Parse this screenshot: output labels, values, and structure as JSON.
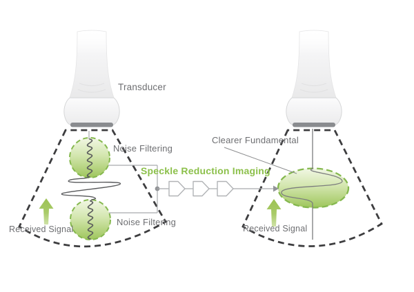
{
  "diagram": {
    "title": "Speckle Reduction Imaging ultrasound diagram",
    "labels": {
      "transducer": "Transducer",
      "noise_filtering_top": "Noise Filtering",
      "noise_filtering_bottom": "Noise Filtering",
      "speckle_reduction": "Speckle Reduction Imaging",
      "clearer_fundamental": "Clearer Fundamental",
      "received_signal_left": "Received Signal",
      "received_signal_right": "Received Signal"
    },
    "colors": {
      "label_gray": "#6d6e71",
      "accent_green": "#8cc04b",
      "fan_outline": "#3d3d3f",
      "connector_gray": "#a7a9ac",
      "connector_dark": "#939598",
      "signal_gray": "#58595b",
      "circle_border": "#85b84e",
      "pentagon_gray": "#b1b3b6",
      "arrow_green": "#9cc253",
      "blob_fill_light": "#eef5e0",
      "blob_fill_dark": "#9ec65c",
      "probe_body": "#efeff0",
      "probe_face": "#8a8c8f"
    },
    "icons": [
      {
        "name": "up-arrow-left",
        "meaning": "received signal strength"
      },
      {
        "name": "up-arrow-right",
        "meaning": "received signal strength"
      },
      {
        "name": "processing-stages",
        "meaning": "three buffer/filter stages"
      }
    ]
  }
}
